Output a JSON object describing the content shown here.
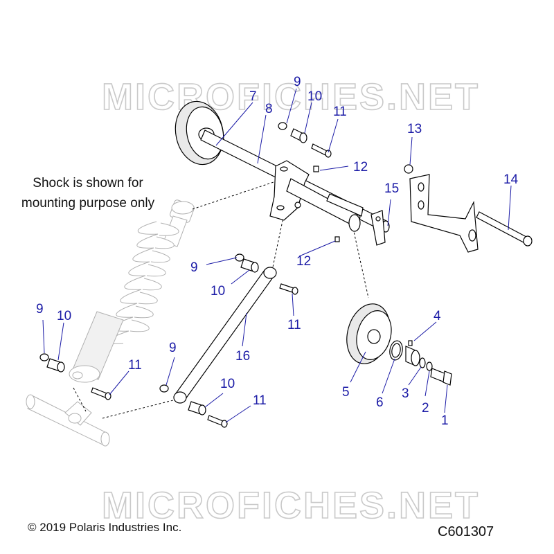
{
  "watermark": "MICROFICHES.NET",
  "note_line1": "Shock is shown for",
  "note_line2": "mounting purpose only",
  "copyright": "© 2019 Polaris Industries Inc.",
  "figure_id": "C601307",
  "callouts": {
    "c1": "1",
    "c2": "2",
    "c3": "3",
    "c4": "4",
    "c5": "5",
    "c6": "6",
    "c7": "7",
    "c8": "8",
    "c9a": "9",
    "c9b": "9",
    "c9c": "9",
    "c9d": "9",
    "c10a": "10",
    "c10b": "10",
    "c10c": "10",
    "c10d": "10",
    "c11a": "11",
    "c11b": "11",
    "c11c": "11",
    "c11d": "11",
    "c12a": "12",
    "c12b": "12",
    "c13": "13",
    "c14": "14",
    "c15": "15",
    "c16": "16"
  },
  "colors": {
    "callout": "#1a1aa6",
    "watermark_outline": "#c9c9c9",
    "line": "#000000"
  }
}
